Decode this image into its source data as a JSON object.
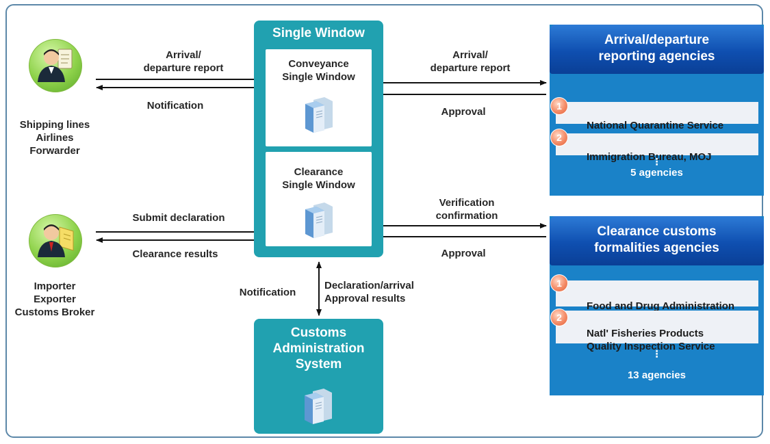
{
  "single_window": {
    "title": "Single Window",
    "conveyance": "Conveyance\nSingle Window",
    "clearance": "Clearance\nSingle Window"
  },
  "customs_system": {
    "title": "Customs\nAdministration\nSystem"
  },
  "left_top": {
    "actor": "Shipping lines\nAirlines\nForwarder",
    "report_label": "Arrival/\ndeparture report",
    "notification_label": "Notification"
  },
  "left_bottom": {
    "actor": "Importer\nExporter\nCustoms Broker",
    "submit_label": "Submit declaration",
    "results_label": "Clearance results"
  },
  "center": {
    "notification_label": "Notification",
    "declaration_label": "Declaration/arrival\nApproval results"
  },
  "right_top": {
    "report_label": "Arrival/\ndeparture report",
    "approval_label": "Approval"
  },
  "right_bottom": {
    "verification_label": "Verification\nconfirmation",
    "approval_label": "Approval"
  },
  "arrival_agencies": {
    "title": "Arrival/departure\nreporting agencies",
    "items": [
      {
        "num": "1",
        "name": "National Quarantine Service"
      },
      {
        "num": "2",
        "name": "Immigration Bureau, MOJ"
      }
    ],
    "ellipsis": "⋮",
    "count": "5 agencies"
  },
  "clearance_agencies": {
    "title": "Clearance customs\nformalities agencies",
    "items": [
      {
        "num": "1",
        "name": "Food and Drug Administration"
      },
      {
        "num": "2",
        "name": "Natl' Fisheries Products\nQuality Inspection Service"
      }
    ],
    "ellipsis": "⋮",
    "count": "13 agencies"
  },
  "colors": {
    "teal": "#21a1b0",
    "agency_blue": "#1a82c8",
    "header_blue": "#0f4fb0",
    "badge_orange": "#f48b66"
  }
}
